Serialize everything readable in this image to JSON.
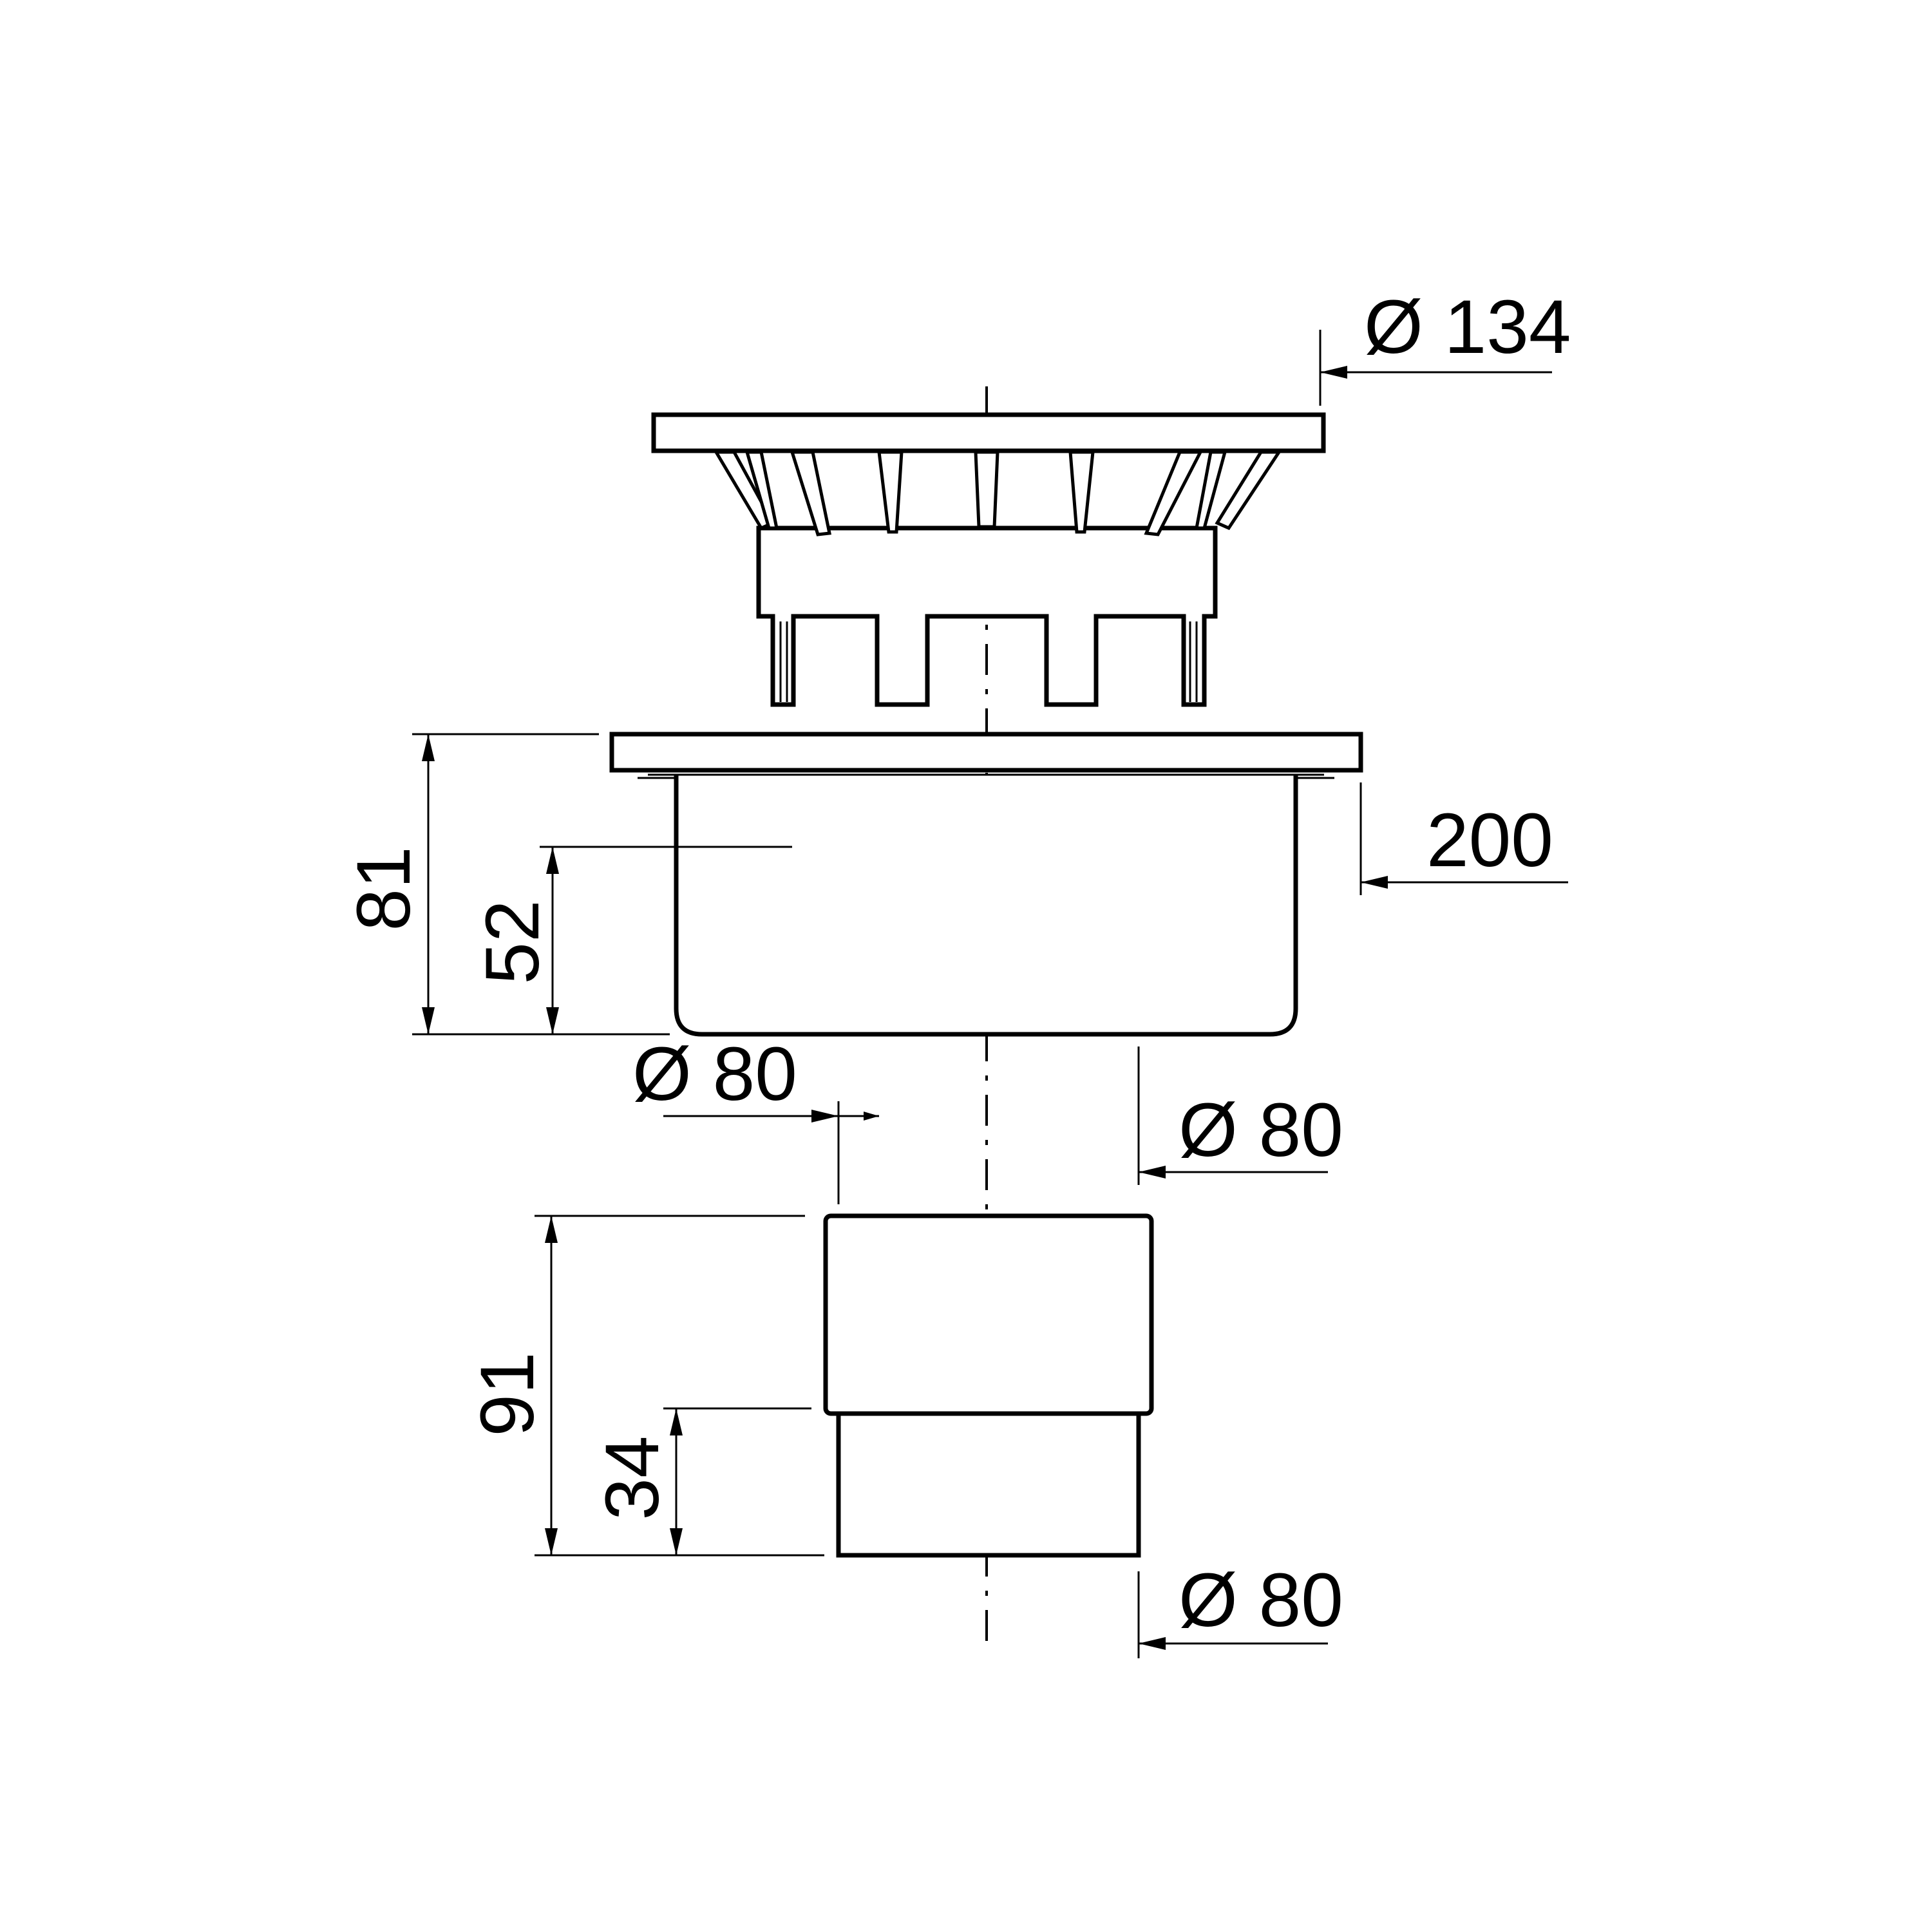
{
  "drawing": {
    "dimensions": {
      "grate_diameter": "Ø 134",
      "body_width": "200",
      "body_height": "81",
      "body_socket_depth": "52",
      "body_outlet_diameter": "Ø 80",
      "adapter_upper_diameter": "Ø 80",
      "adapter_lower_diameter": "Ø 80",
      "adapter_height": "91",
      "adapter_spigot_length": "34"
    }
  }
}
